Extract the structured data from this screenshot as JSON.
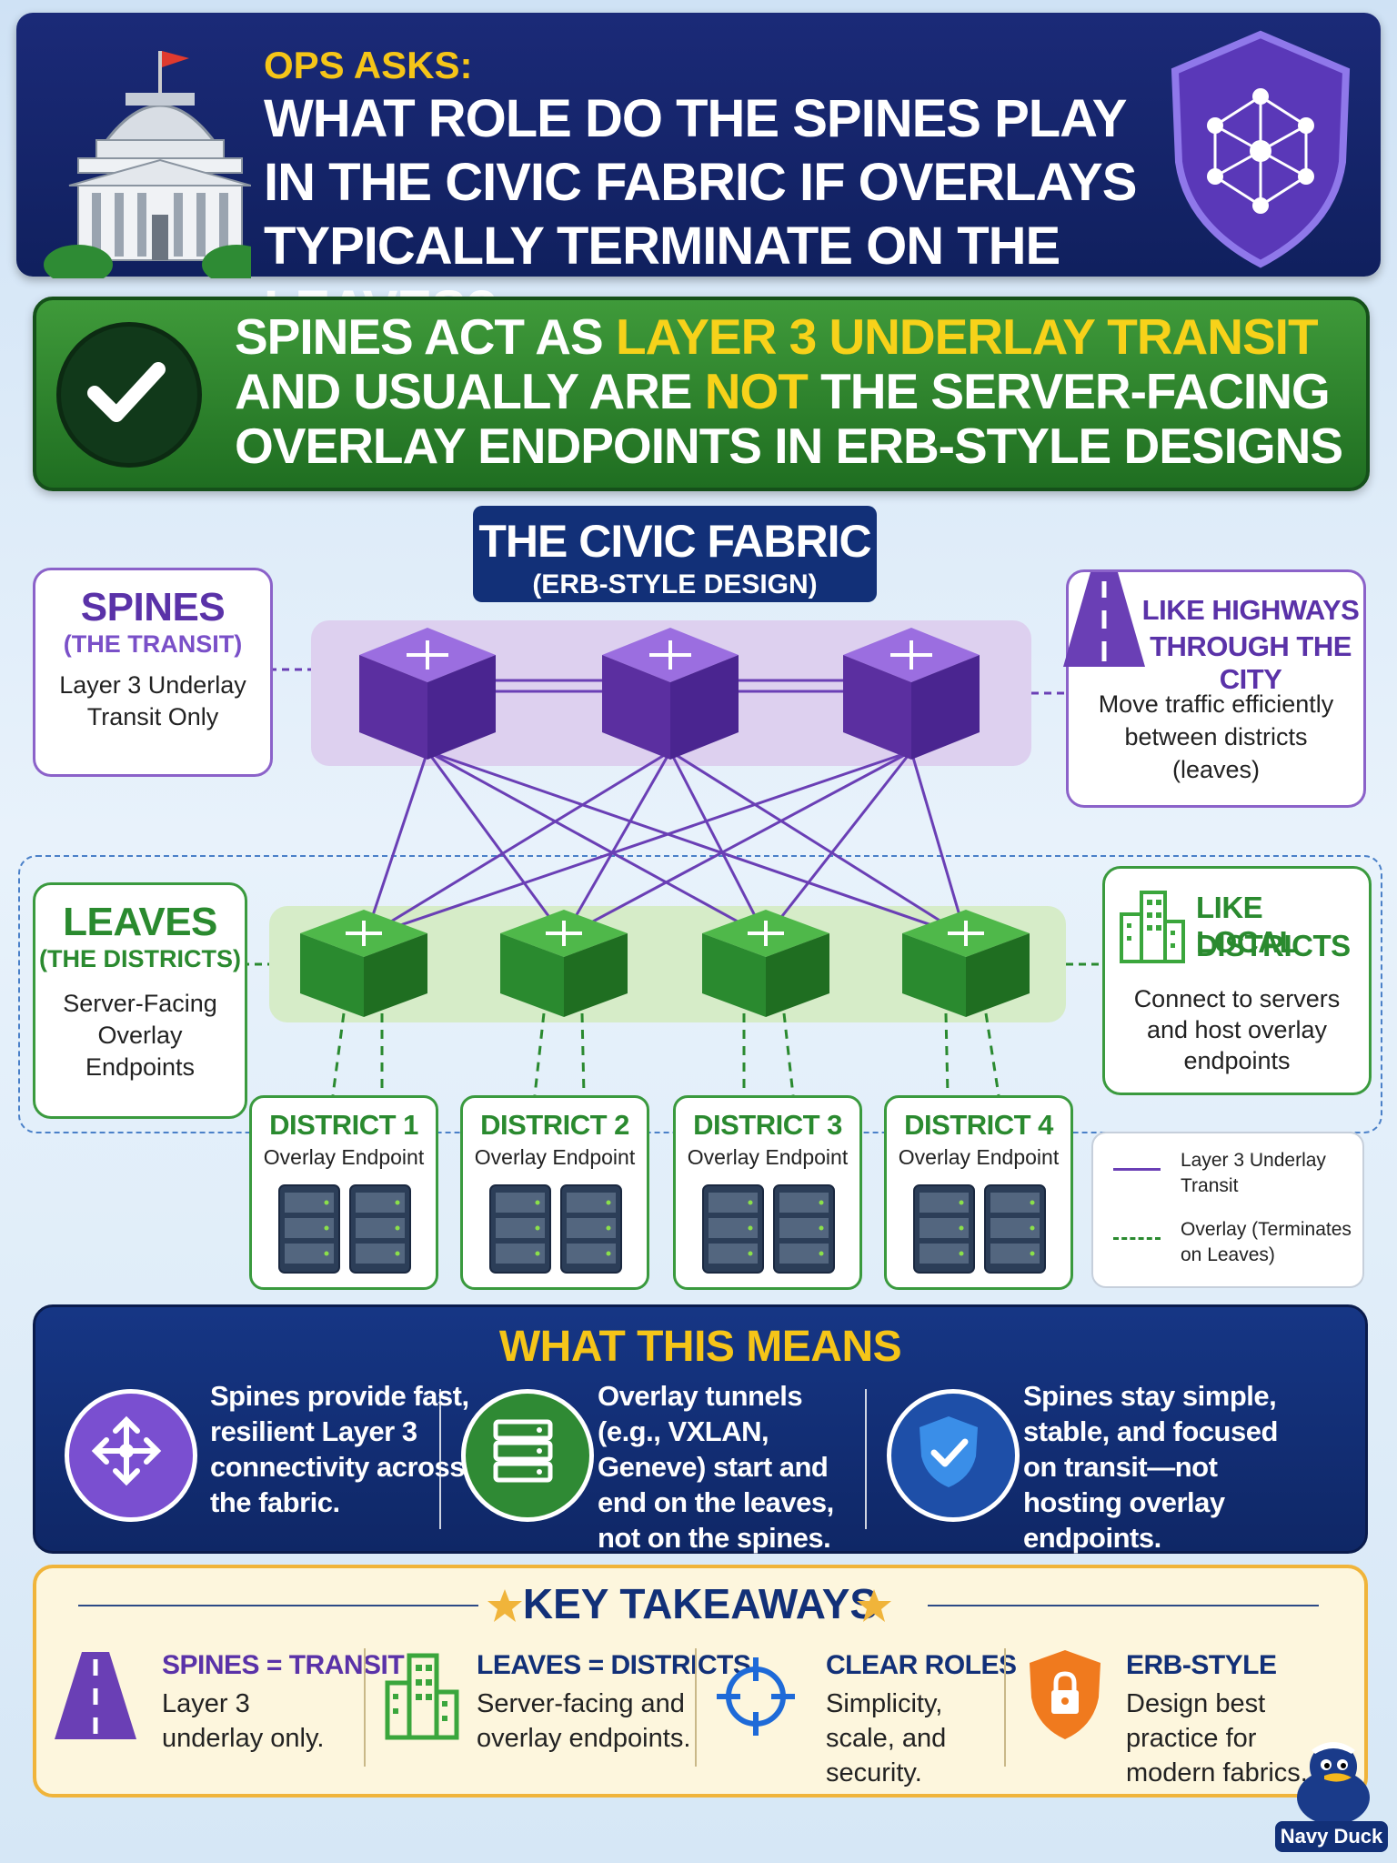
{
  "header": {
    "kicker": "OPS ASKS:",
    "question": "WHAT ROLE DO THE SPINES PLAY IN THE CIVIC FABRIC IF OVERLAYS TYPICALLY TERMINATE ON THE LEAVES?"
  },
  "answer": {
    "part1": "SPINES ACT AS ",
    "highlight1": "LAYER 3 UNDERLAY TRANSIT",
    "part2": " AND USUALLY ARE ",
    "highlight2": "NOT",
    "part3": " THE SERVER-FACING OVERLAY ENDPOINTS IN ERB-STYLE DESIGNS"
  },
  "fabric": {
    "title": "THE CIVIC FABRIC",
    "subtitle": "(ERB-STYLE DESIGN)"
  },
  "spines_box": {
    "title": "SPINES",
    "subtitle": "(THE TRANSIT)",
    "body_1": "Layer 3 Underlay",
    "body_2": "Transit Only"
  },
  "highways_box": {
    "title_1": "LIKE HIGHWAYS",
    "title_2": "THROUGH THE CITY",
    "body_1": "Move traffic efficiently",
    "body_2": "between districts",
    "body_3": "(leaves)"
  },
  "leaves_box": {
    "title": "LEAVES",
    "subtitle": "(THE DISTRICTS)",
    "body_1": "Server-Facing",
    "body_2": "Overlay",
    "body_3": "Endpoints"
  },
  "districts_box": {
    "title_1": "LIKE LOCAL",
    "title_2": "DISTRICTS",
    "body_1": "Connect to servers",
    "body_2": "and host overlay",
    "body_3": "endpoints"
  },
  "districts": [
    {
      "name": "DISTRICT 1",
      "label": "Overlay Endpoint"
    },
    {
      "name": "DISTRICT 2",
      "label": "Overlay Endpoint"
    },
    {
      "name": "DISTRICT 3",
      "label": "Overlay Endpoint"
    },
    {
      "name": "DISTRICT 4",
      "label": "Overlay Endpoint"
    }
  ],
  "legend": {
    "underlay_1": "Layer 3 Underlay",
    "underlay_2": "Transit",
    "overlay_1": "Overlay (Terminates",
    "overlay_2": "on Leaves)"
  },
  "means": {
    "title": "WHAT THIS MEANS",
    "items": [
      {
        "text": "Spines provide fast, resilient Layer 3 connectivity across the fabric."
      },
      {
        "text": "Overlay tunnels (e.g., VXLAN, Geneve) start and end on the leaves, not on the spines."
      },
      {
        "text": "Spines stay simple, stable, and focused on transit—not hosting overlay endpoints."
      }
    ]
  },
  "takeaways": {
    "title": "KEY TAKEAWAYS",
    "items": [
      {
        "title": "SPINES = TRANSIT",
        "body": "Layer 3 underlay only."
      },
      {
        "title": "LEAVES = DISTRICTS",
        "body": "Server-facing and overlay endpoints."
      },
      {
        "title": "CLEAR ROLES",
        "body": "Simplicity, scale, and security."
      },
      {
        "title": "ERB-STYLE",
        "body": "Design best practice for modern fabrics."
      }
    ]
  },
  "brand": "Navy Duck",
  "colors": {
    "navy": "#123078",
    "purple": "#6a3fb5",
    "green": "#2a8a2f",
    "yellow": "#f5c518"
  }
}
